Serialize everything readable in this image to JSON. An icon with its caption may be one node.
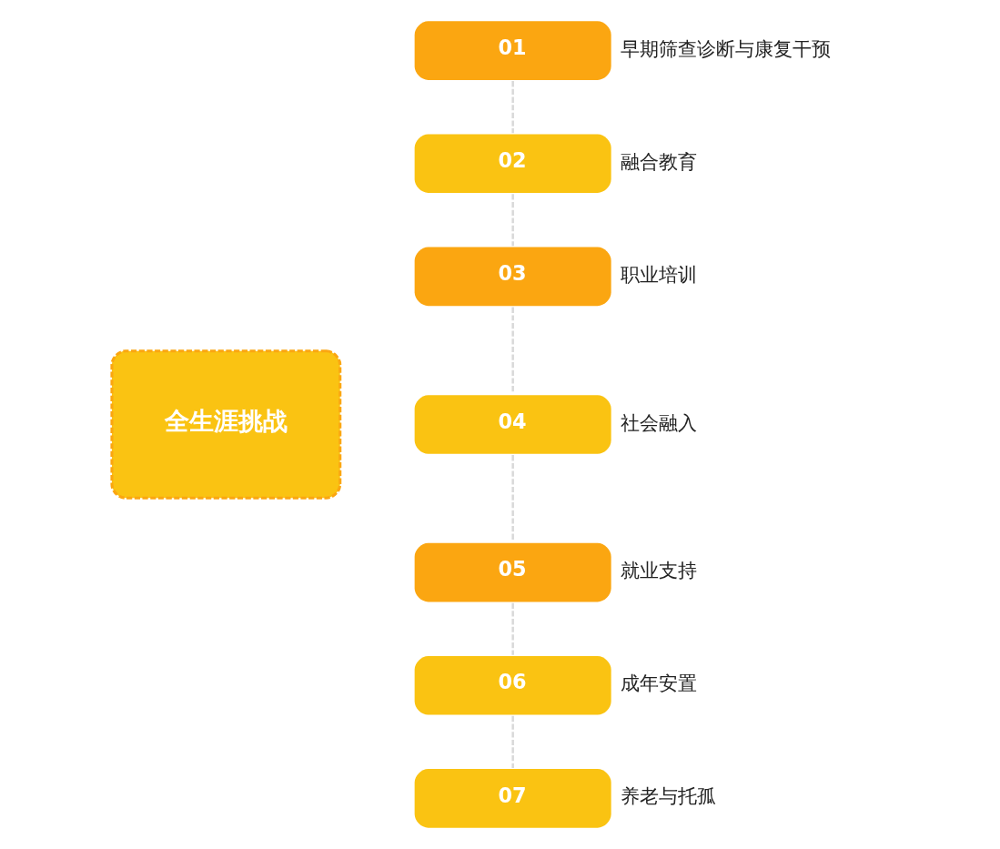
{
  "diagram": {
    "nodes": [
      {
        "text": [
          "全生涯挑战"
        ]
      },
      {
        "text": [
          "01"
        ],
        "beside": [
          "早期筛查诊断与康复干预"
        ]
      },
      {
        "text": [
          "02"
        ],
        "beside": [
          "融合教育"
        ]
      },
      {
        "text": [
          "03"
        ],
        "beside": [
          "职业培训"
        ]
      },
      {
        "text": [
          "04"
        ],
        "beside": [
          "社会融入"
        ]
      },
      {
        "text": [
          "05"
        ],
        "beside": [
          "就业支持"
        ]
      },
      {
        "text": [
          "06"
        ],
        "beside": [
          "成年安置"
        ]
      },
      {
        "text": [
          "07"
        ],
        "beside": [
          "养老与托孤"
        ]
      }
    ],
    "edges": [
      {
        "from": 1,
        "to": 2,
        "arrow": "none",
        "style": "dashed",
        "color": "#d9d9d9"
      },
      {
        "from": 2,
        "to": 3,
        "arrow": "none",
        "style": "dashed",
        "color": "#d9d9d9"
      },
      {
        "from": 3,
        "to": 4,
        "arrow": "none",
        "style": "dashed",
        "color": "#d9d9d9"
      },
      {
        "from": 4,
        "to": 5,
        "arrow": "none",
        "style": "dashed",
        "color": "#d9d9d9"
      },
      {
        "from": 5,
        "to": 6,
        "arrow": "none",
        "style": "dashed",
        "color": "#d9d9d9"
      },
      {
        "from": 6,
        "to": 7,
        "arrow": "none",
        "style": "dashed",
        "color": "#d9d9d9"
      }
    ]
  }
}
